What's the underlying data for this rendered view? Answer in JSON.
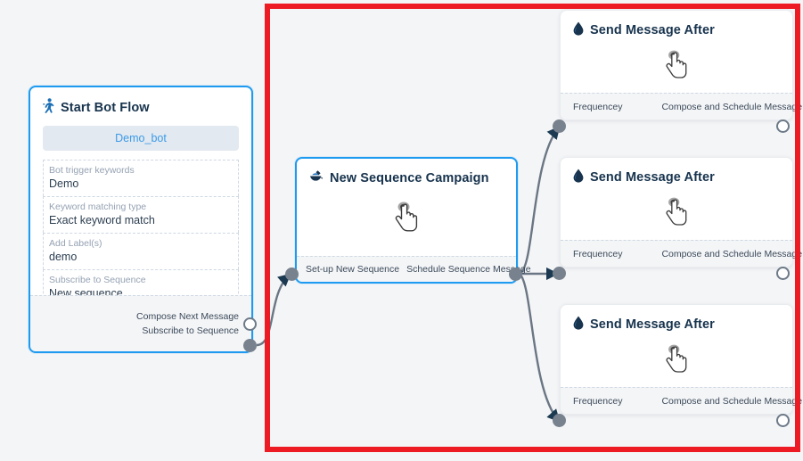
{
  "canvas": {
    "background_color": "#f4f5f7",
    "highlight_color": "#ed1c24",
    "accent_color": "#1e9bf0",
    "port_color": "#78828e",
    "edge_color": "#6b7684"
  },
  "nodes": {
    "start_bot_flow": {
      "title": "Start Bot Flow",
      "icon": "running-person-icon",
      "bot_name": "Demo_bot",
      "fields": [
        {
          "label": "Bot trigger keywords",
          "value": "Demo"
        },
        {
          "label": "Keyword matching type",
          "value": "Exact keyword match"
        },
        {
          "label": "Add Label(s)",
          "value": "demo"
        },
        {
          "label": "Subscribe to Sequence",
          "value": "New sequence"
        }
      ],
      "ports": [
        {
          "label": "Compose Next Message",
          "state": "hollow"
        },
        {
          "label": "Subscribe to Sequence",
          "state": "filled"
        }
      ]
    },
    "new_sequence_campaign": {
      "title": "New Sequence Campaign",
      "icon": "ink-pot-icon",
      "cursor": "pointing-hand-cursor",
      "ports": [
        {
          "label": "Set-up New Sequence",
          "state": "filled",
          "side": "left"
        },
        {
          "label": "Schedule Sequence Message",
          "state": "filled",
          "side": "right"
        }
      ]
    },
    "send_message_after": [
      {
        "title": "Send Message After",
        "icon": "water-drop-icon",
        "cursor": "pointing-hand-cursor",
        "ports": [
          {
            "label": "Frequencey",
            "state": "filled",
            "side": "left"
          },
          {
            "label": "Compose and Schedule Message",
            "state": "hollow",
            "side": "right"
          }
        ]
      },
      {
        "title": "Send Message After",
        "icon": "water-drop-icon",
        "cursor": "pointing-hand-cursor",
        "ports": [
          {
            "label": "Frequencey",
            "state": "filled",
            "side": "left"
          },
          {
            "label": "Compose and Schedule Message",
            "state": "hollow",
            "side": "right"
          }
        ]
      },
      {
        "title": "Send Message After",
        "icon": "water-drop-icon",
        "cursor": "pointing-hand-cursor",
        "ports": [
          {
            "label": "Frequencey",
            "state": "filled",
            "side": "left"
          },
          {
            "label": "Compose and Schedule Message",
            "state": "hollow",
            "side": "right"
          }
        ]
      }
    ]
  }
}
